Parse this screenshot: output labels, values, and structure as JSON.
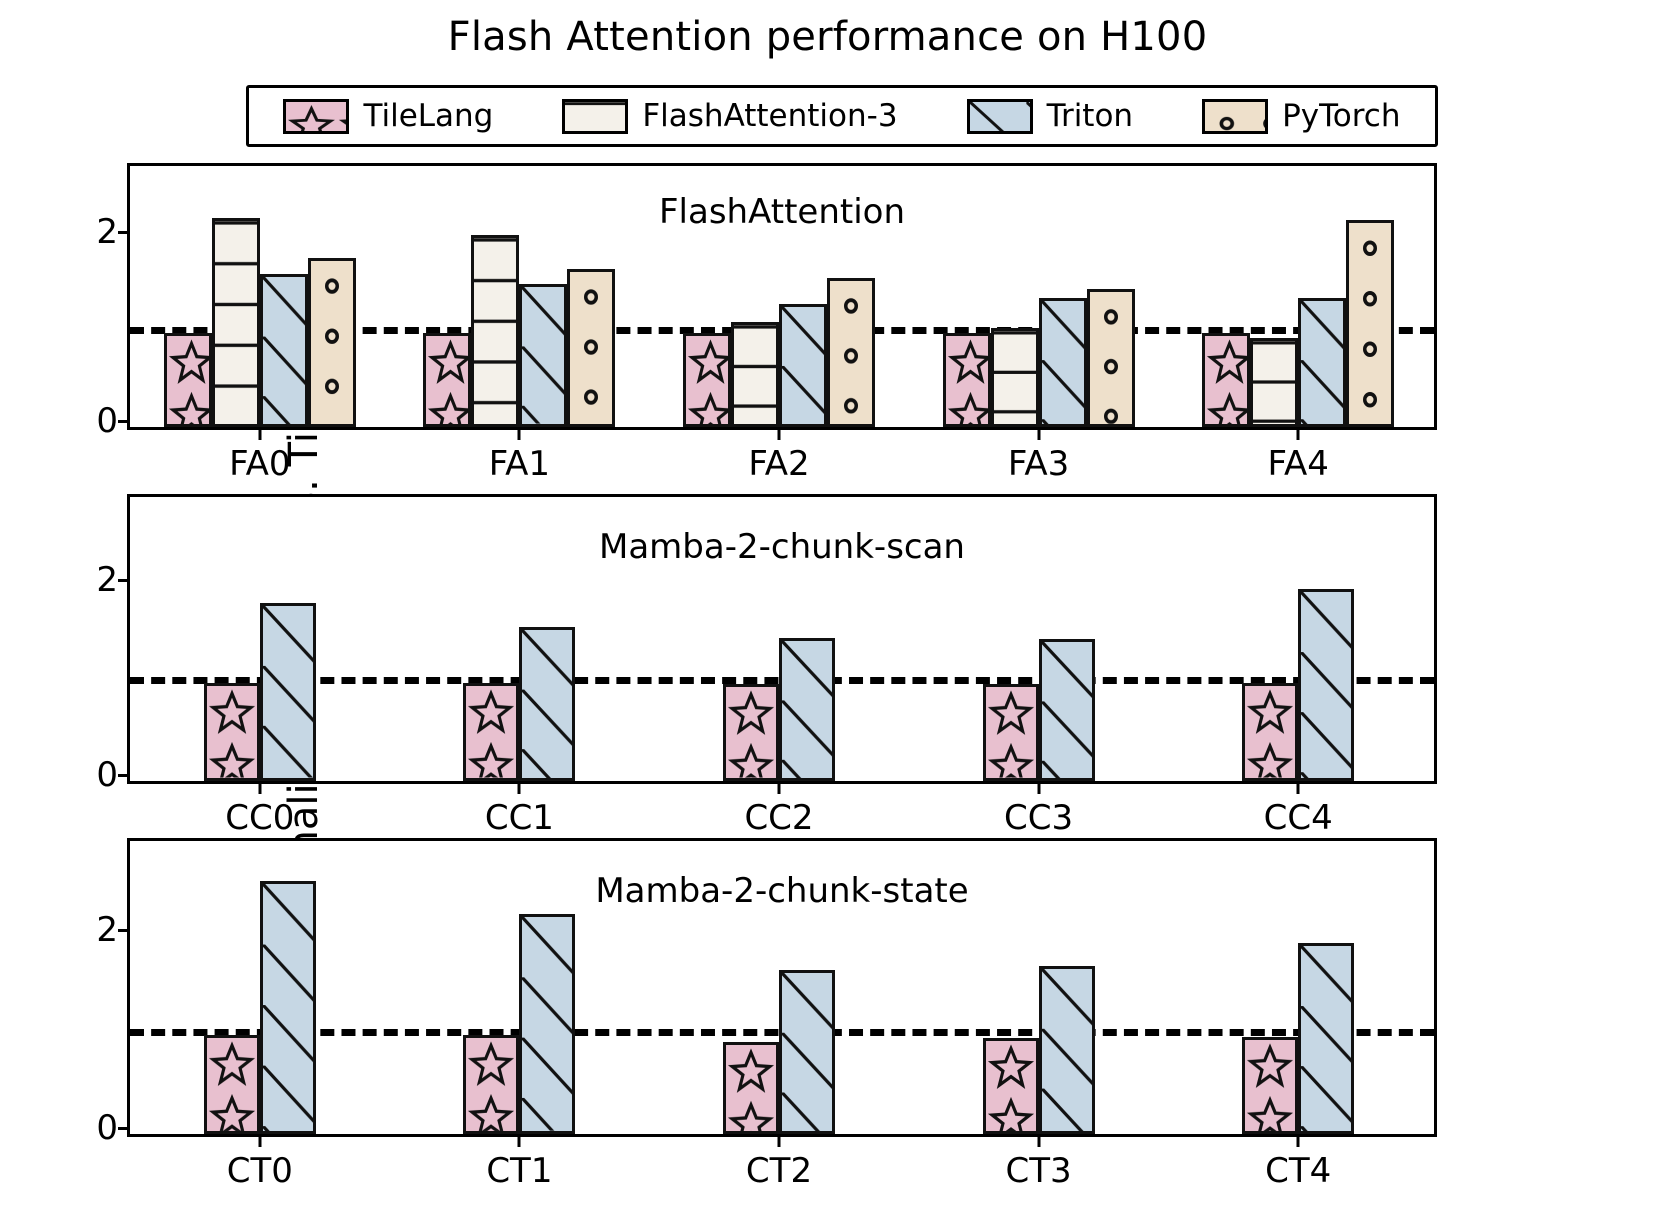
{
  "title": "Flash Attention performance on H100",
  "ylabel": "Normalized latency Vs. TileLang",
  "legend": {
    "items": [
      {
        "label": "TileLang",
        "color": "#e8c0cf",
        "hatch": "star"
      },
      {
        "label": "FlashAttention-3",
        "color": "#f4f1ea",
        "hatch": "hline"
      },
      {
        "label": "Triton",
        "color": "#c6d7e4",
        "hatch": "diag"
      },
      {
        "label": "PyTorch",
        "color": "#eee0cb",
        "hatch": "dot"
      }
    ]
  },
  "reference_line": {
    "value": 1.0,
    "style": "dashed",
    "color": "#000000"
  },
  "chart_data": [
    {
      "type": "bar",
      "title": "FlashAttention",
      "panel_index": 0,
      "categories": [
        "FA0",
        "FA1",
        "FA2",
        "FA3",
        "FA4"
      ],
      "xlabel": "",
      "ylabel": "Normalized latency Vs. TileLang",
      "ylim": [
        0,
        2.7
      ],
      "yticks": [
        0,
        2
      ],
      "ytick_labels": [
        "0",
        "2"
      ],
      "grid": false,
      "legend_position": "above-figure",
      "series": [
        {
          "name": "TileLang",
          "values": [
            1.0,
            1.0,
            1.0,
            1.0,
            1.0
          ]
        },
        {
          "name": "FlashAttention-3",
          "values": [
            2.21,
            2.03,
            1.11,
            1.05,
            0.94
          ]
        },
        {
          "name": "Triton",
          "values": [
            1.62,
            1.51,
            1.3,
            1.37,
            1.37
          ]
        },
        {
          "name": "PyTorch",
          "values": [
            1.79,
            1.67,
            1.58,
            1.46,
            2.19
          ]
        }
      ]
    },
    {
      "type": "bar",
      "title": "Mamba-2-chunk-scan",
      "panel_index": 1,
      "categories": [
        "CC0",
        "CC1",
        "CC2",
        "CC3",
        "CC4"
      ],
      "xlabel": "",
      "ylabel": "Normalized latency Vs. TileLang",
      "ylim": [
        0,
        2.85
      ],
      "yticks": [
        0,
        2
      ],
      "ytick_labels": [
        "0",
        "2"
      ],
      "grid": false,
      "legend_position": "above-figure",
      "series": [
        {
          "name": "TileLang",
          "values": [
            1.0,
            1.0,
            0.99,
            0.99,
            1.0
          ]
        },
        {
          "name": "Triton",
          "values": [
            1.82,
            1.58,
            1.47,
            1.46,
            1.97
          ]
        }
      ]
    },
    {
      "type": "bar",
      "title": "Mamba-2-chunk-state",
      "panel_index": 2,
      "categories": [
        "CT0",
        "CT1",
        "CT2",
        "CT3",
        "CT4"
      ],
      "xlabel": "",
      "ylabel": "Normalized latency Vs. TileLang",
      "ylim": [
        0,
        2.9
      ],
      "yticks": [
        0,
        2
      ],
      "ytick_labels": [
        "0",
        "2"
      ],
      "grid": false,
      "legend_position": "above-figure",
      "series": [
        {
          "name": "TileLang",
          "values": [
            1.0,
            1.0,
            0.93,
            0.97,
            0.98
          ]
        },
        {
          "name": "Triton",
          "values": [
            2.56,
            2.22,
            1.66,
            1.7,
            1.93
          ]
        }
      ]
    }
  ]
}
